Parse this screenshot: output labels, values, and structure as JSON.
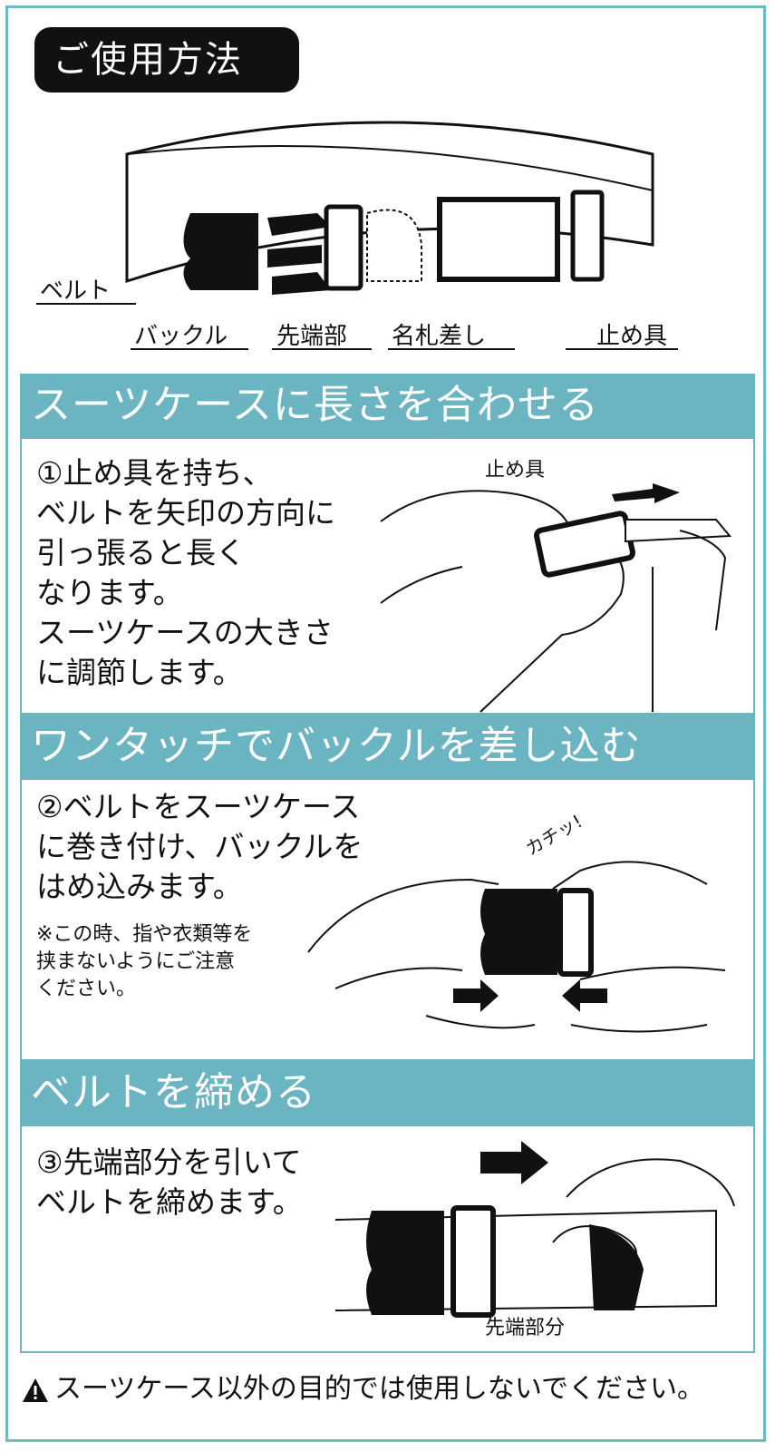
{
  "title": "ご使用方法",
  "parts": {
    "belt": "ベルト",
    "buckle": "バックル",
    "tip": "先端部",
    "name_tag": "名札差し",
    "stopper": "止め具"
  },
  "sections": [
    {
      "header": "スーツケースに長さを合わせる",
      "lines": [
        "①止め具を持ち、",
        "ベルトを矢印の方向に",
        "引っ張ると長く",
        "なります。",
        "スーツケースの大きさ",
        "に調節します。"
      ],
      "illustration_label": "止め具"
    },
    {
      "header": "ワンタッチでバックルを差し込む",
      "lines": [
        "②ベルトをスーツケース",
        "に巻き付け、バックルを",
        "はめ込みます。"
      ],
      "note_lines": [
        "※この時、指や衣類等を",
        "挟まないようにご注意",
        "ください。"
      ],
      "sound": "カチッ!"
    },
    {
      "header": "ベルトを締める",
      "lines": [
        "③先端部分を引いて",
        "ベルトを締めます。"
      ],
      "illustration_label": "先端部分"
    }
  ],
  "warning": "スーツケース以外の目的では使用しないでください。"
}
